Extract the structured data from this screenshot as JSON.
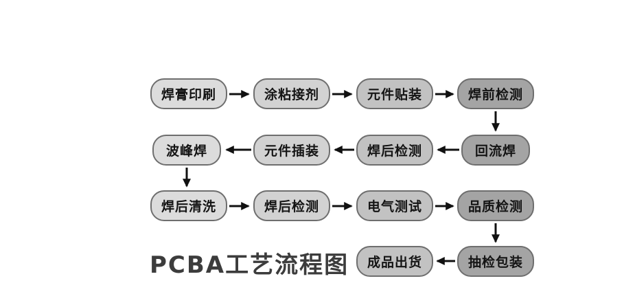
{
  "title": "PCBA工艺流程图",
  "colors": {
    "background": "#ffffff",
    "node_border": "#6e6e6e",
    "node_text": "#141414",
    "arrow": "#111111",
    "node_shade_col1": "#dcdcdc",
    "node_shade_col2": "#d2d2d2",
    "node_shade_col3": "#c2c2c2",
    "node_shade_col4": "#a4a4a4",
    "title_text": "#3c3c3c"
  },
  "nodes": [
    {
      "id": "solder-paste-printing",
      "label": "焊膏印刷"
    },
    {
      "id": "apply-adhesive",
      "label": "涂粘接剂"
    },
    {
      "id": "component-placement",
      "label": "元件贴装"
    },
    {
      "id": "pre-solder-inspection",
      "label": "焊前检测"
    },
    {
      "id": "reflow-soldering",
      "label": "回流焊"
    },
    {
      "id": "post-solder-inspection-1",
      "label": "焊后检测"
    },
    {
      "id": "component-insertion",
      "label": "元件插装"
    },
    {
      "id": "wave-soldering",
      "label": "波峰焊"
    },
    {
      "id": "post-solder-cleaning",
      "label": "焊后清洗"
    },
    {
      "id": "post-solder-inspection-2",
      "label": "焊后检测"
    },
    {
      "id": "electrical-test",
      "label": "电气测试"
    },
    {
      "id": "quality-inspection",
      "label": "品质检测"
    },
    {
      "id": "sampling-packaging",
      "label": "抽检包装"
    },
    {
      "id": "product-shipment",
      "label": "成品出货"
    }
  ],
  "edges": [
    {
      "from": "solder-paste-printing",
      "to": "apply-adhesive"
    },
    {
      "from": "apply-adhesive",
      "to": "component-placement"
    },
    {
      "from": "component-placement",
      "to": "pre-solder-inspection"
    },
    {
      "from": "pre-solder-inspection",
      "to": "reflow-soldering"
    },
    {
      "from": "reflow-soldering",
      "to": "post-solder-inspection-1"
    },
    {
      "from": "post-solder-inspection-1",
      "to": "component-insertion"
    },
    {
      "from": "component-insertion",
      "to": "wave-soldering"
    },
    {
      "from": "wave-soldering",
      "to": "post-solder-cleaning"
    },
    {
      "from": "post-solder-cleaning",
      "to": "post-solder-inspection-2"
    },
    {
      "from": "post-solder-inspection-2",
      "to": "electrical-test"
    },
    {
      "from": "electrical-test",
      "to": "quality-inspection"
    },
    {
      "from": "quality-inspection",
      "to": "sampling-packaging"
    },
    {
      "from": "sampling-packaging",
      "to": "product-shipment"
    }
  ]
}
